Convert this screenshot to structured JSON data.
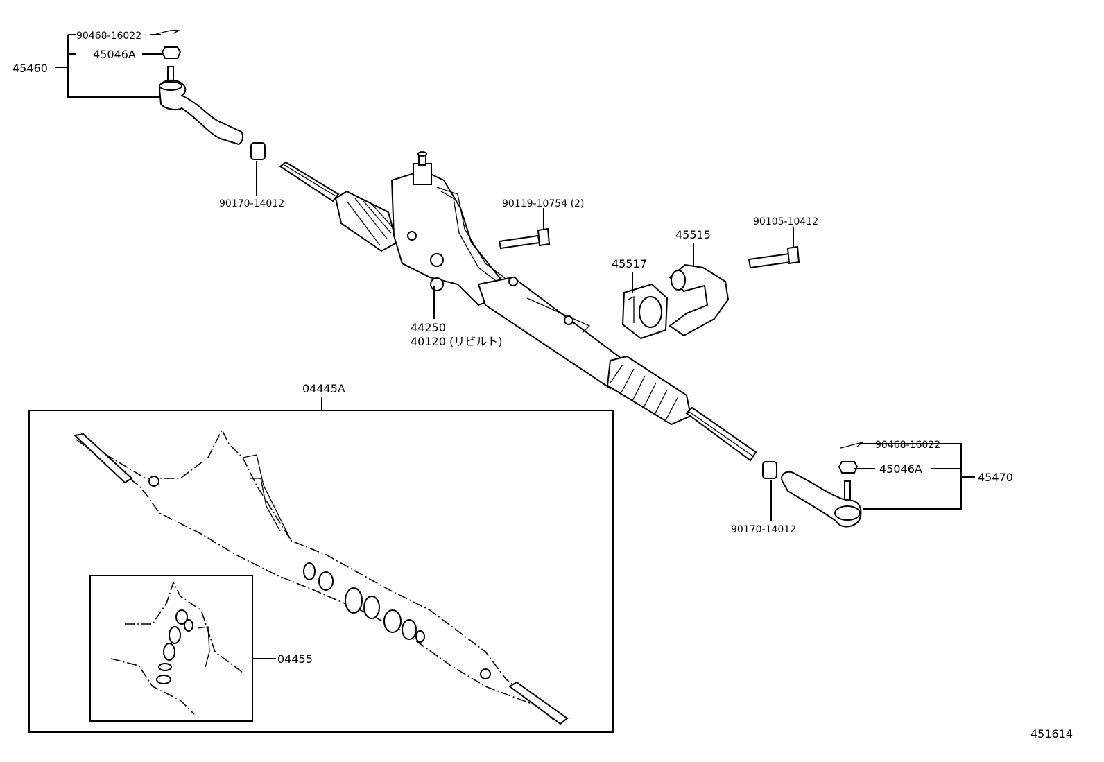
{
  "diagram": {
    "labels": {
      "tie_rod_end_left": "45460",
      "cotter_pin_left": "90468-16022",
      "nut_left": "45046A",
      "lock_nut_left": "90170-14012",
      "bolt_upper": "90119-10754 (2)",
      "bolt_right": "90105-10412",
      "bracket": "45515",
      "grommet": "45517",
      "gear_assy": "44250",
      "rebuilt": "40120 (リビルト)",
      "gasket_kit": "04445A",
      "valve_kit": "04455",
      "cotter_pin_right": "90468-16022",
      "nut_right": "45046A",
      "tie_rod_end_right": "45470",
      "lock_nut_right": "90170-14012",
      "figure_number": "451614"
    }
  }
}
